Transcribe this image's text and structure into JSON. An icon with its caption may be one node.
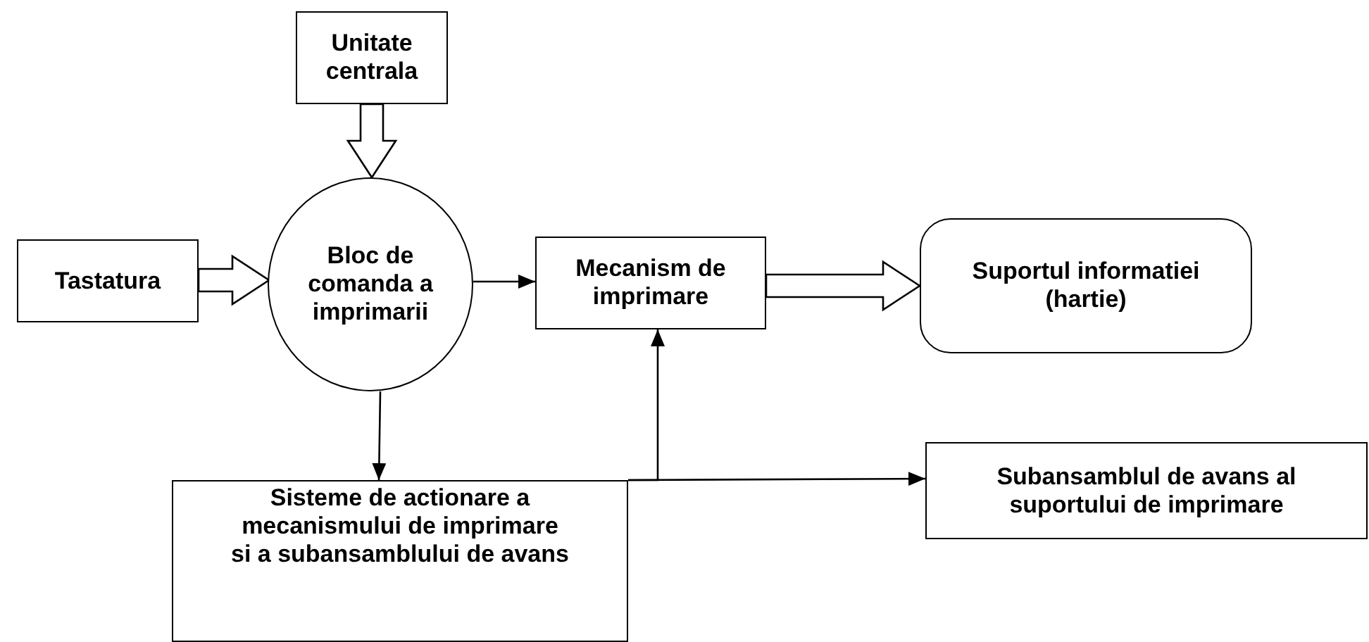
{
  "diagram": {
    "nodes": [
      {
        "text": [
          "Unitate centrala"
        ]
      },
      {
        "text": [
          "Tastatura"
        ]
      },
      {
        "text": [
          "Bloc de comanda a imprimarii"
        ]
      },
      {
        "text": [
          "Mecanism de imprimare"
        ]
      },
      {
        "text": [
          "Suportul informatiei (hartie)"
        ]
      },
      {
        "text": [
          "Sisteme de actionare a mecanismului de imprimare si a subansamblului de avans"
        ]
      },
      {
        "text": [
          "Subansamblul de avans al suportului de imprimare"
        ]
      }
    ],
    "edges": [
      {
        "from": 0,
        "to": 2,
        "arrow": "to",
        "style": "thick"
      },
      {
        "from": 1,
        "to": 2,
        "arrow": "to",
        "style": "thick"
      },
      {
        "from": 2,
        "to": 3,
        "arrow": "to"
      },
      {
        "from": 3,
        "to": 4,
        "arrow": "to",
        "style": "thick"
      },
      {
        "from": 2,
        "to": 5,
        "arrow": "to"
      },
      {
        "from": 5,
        "to": 3,
        "arrow": "to"
      },
      {
        "from": 5,
        "to": 6,
        "arrow": "to"
      }
    ]
  }
}
